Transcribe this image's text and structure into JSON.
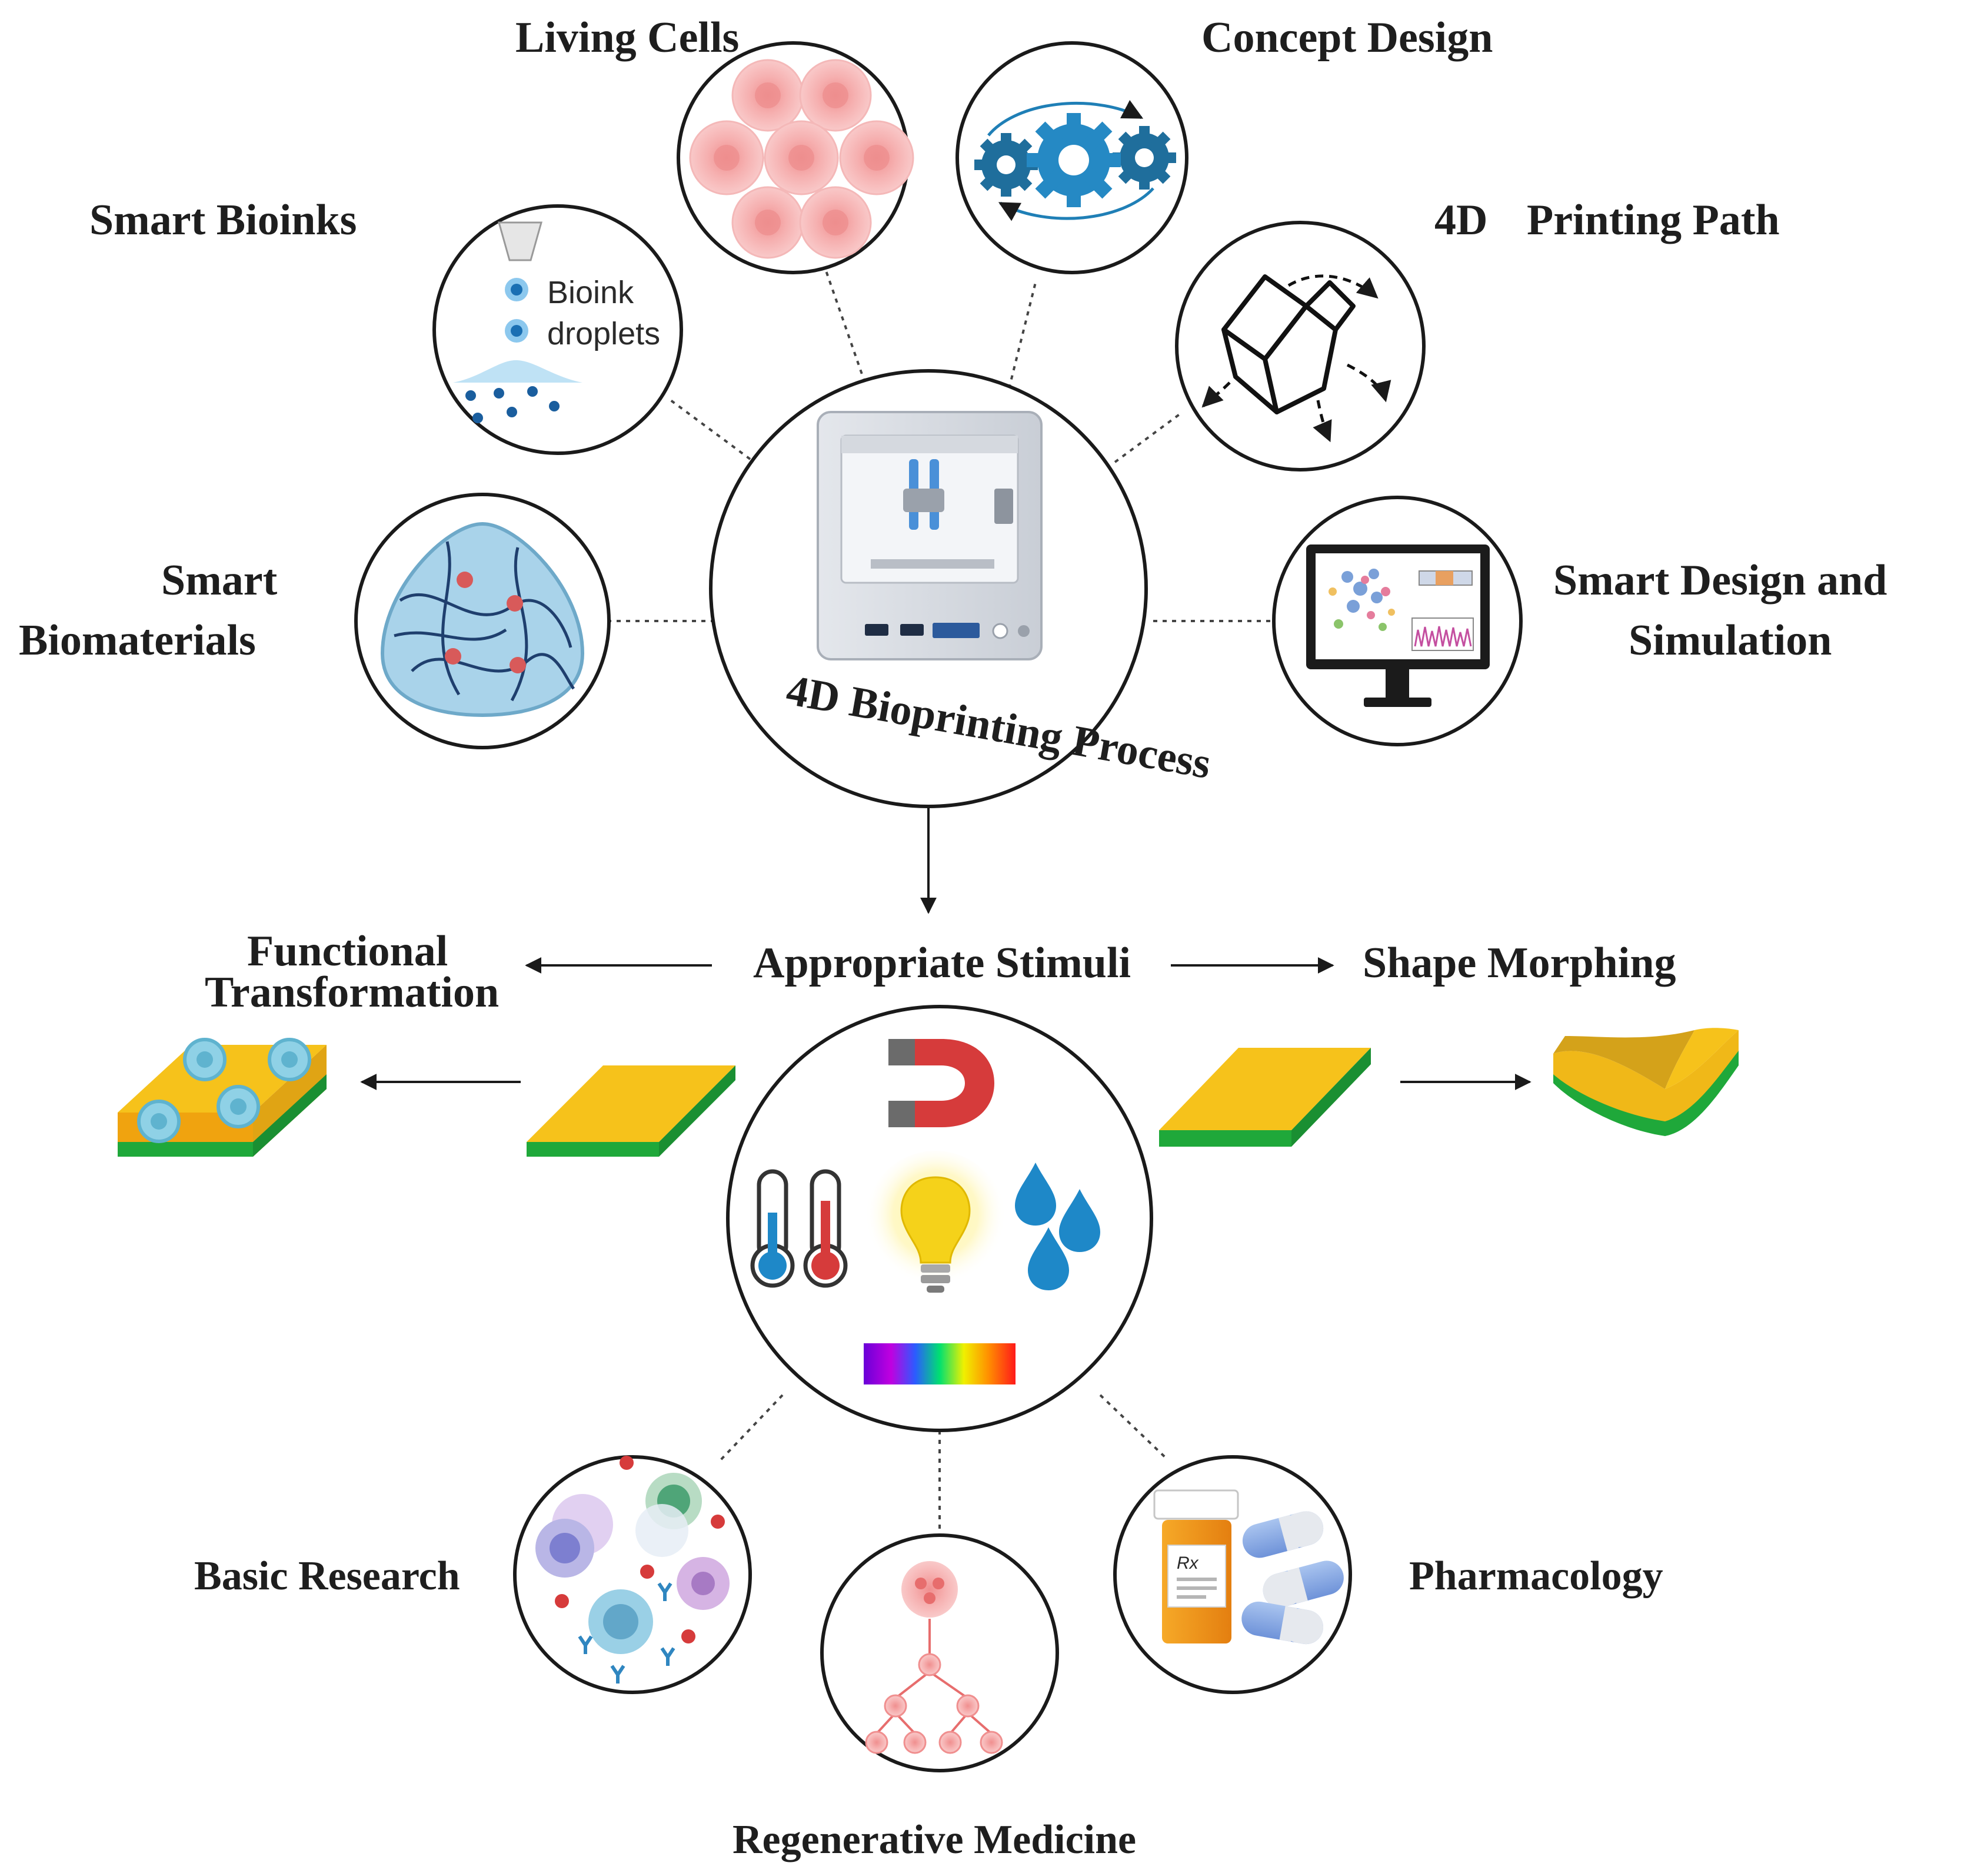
{
  "center": {
    "title": "4D Bioprinting Process"
  },
  "inputs": {
    "living_cells": "Living Cells",
    "concept_design": "Concept Design",
    "smart_bioinks": "Smart Bioinks",
    "bioink_label": "Bioink",
    "droplets_label": "droplets",
    "printing_path_prefix": "4D",
    "printing_path": "Printing Path",
    "smart_biomaterials_line1": "Smart",
    "smart_biomaterials_line2": "Biomaterials",
    "smart_design_line1": "Smart Design and",
    "smart_design_line2": "Simulation"
  },
  "stimuli": {
    "label": "Appropriate Stimuli",
    "functional_line1": "Functional",
    "functional_line2": "Transformation",
    "shape_morphing": "Shape Morphing"
  },
  "applications": {
    "basic_research": "Basic Research",
    "regenerative_medicine": "Regenerative Medicine",
    "pharmacology": "Pharmacology",
    "rx_symbol": "Rx"
  },
  "colors": {
    "gear": "#1f7fb6",
    "cell": "#f4a5a5",
    "slab_top": "#f6c21b",
    "slab_side": "#1fa83a",
    "magnet": "#d63b3b",
    "drop": "#1e88c8",
    "bulb": "#f5d21a",
    "pill_bottle": "#f39a1c"
  }
}
